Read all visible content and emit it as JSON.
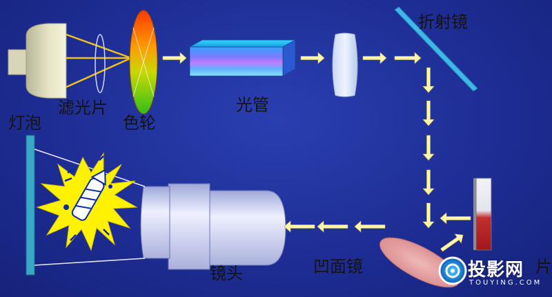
{
  "labels": {
    "bulb": "灯泡",
    "filter": "滤光片",
    "color_wheel": "色轮",
    "light_tube": "光管",
    "folding_mirror": "折射镜",
    "lens": "镜头",
    "concave_mirror": "凹面镜",
    "chip_partial": "片"
  },
  "watermark": {
    "text": "投影网",
    "sub": "TOUYING.COM"
  },
  "colors": {
    "background": "#1d2c92",
    "arrow": "#fff6a8",
    "beam": "#f0c020",
    "mirror": "#36b0e0",
    "screen": "#39a8c8"
  }
}
